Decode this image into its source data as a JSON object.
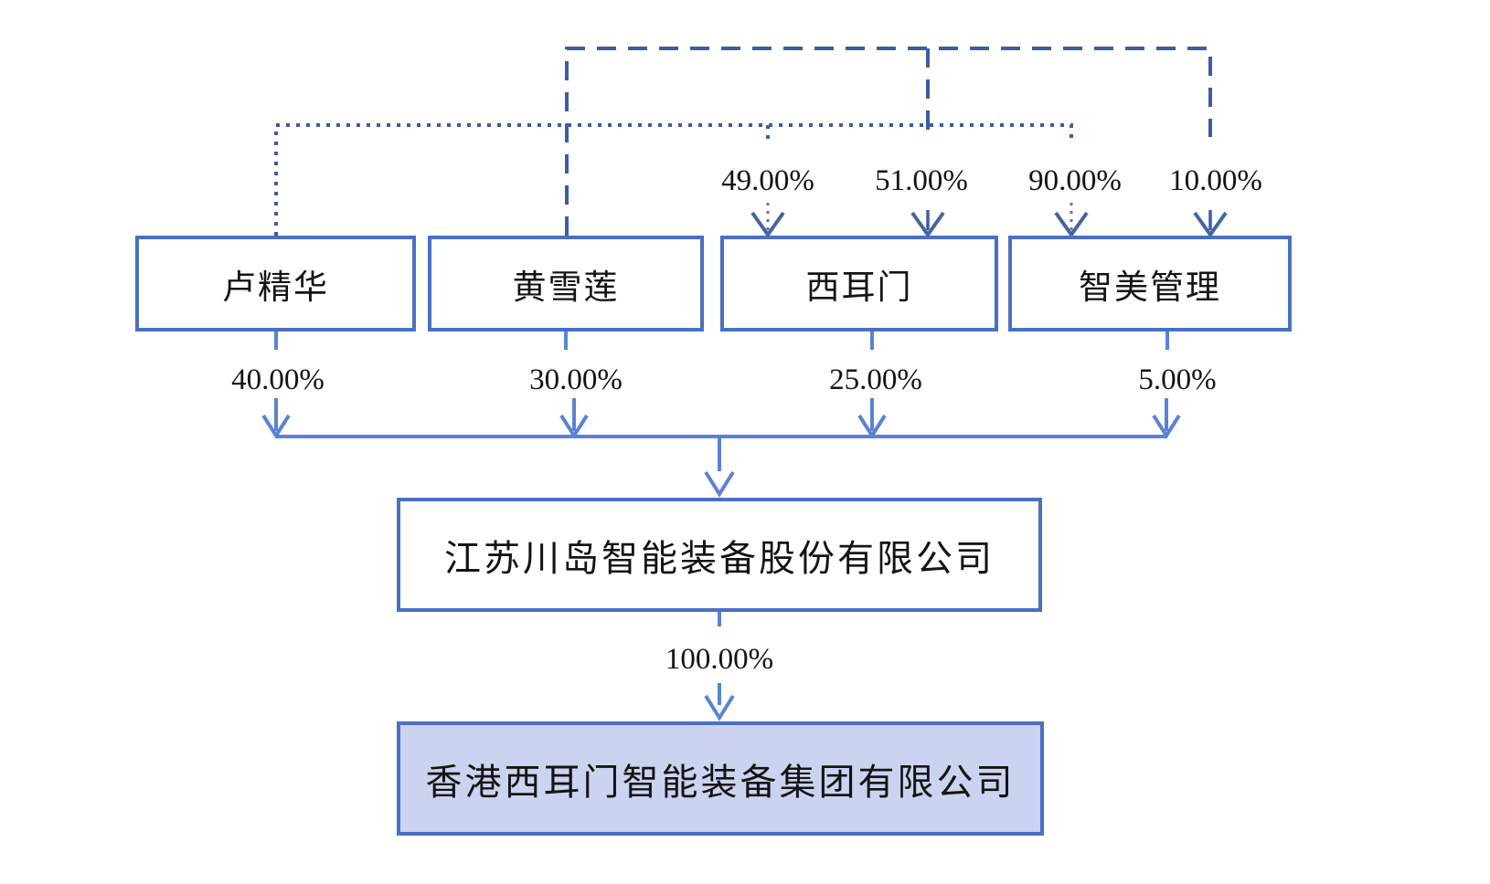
{
  "diagram_type": "equity-ownership-structure",
  "shareholders": [
    {
      "label": "卢精华"
    },
    {
      "label": "黄雪莲"
    },
    {
      "label": "西耳门"
    },
    {
      "label": "智美管理"
    }
  ],
  "upper_ownership_labels": [
    {
      "value": "49.00%"
    },
    {
      "value": "51.00%"
    },
    {
      "value": "90.00%"
    },
    {
      "value": "10.00%"
    }
  ],
  "direct_ownership_labels": [
    {
      "value": "40.00%"
    },
    {
      "value": "30.00%"
    },
    {
      "value": "25.00%"
    },
    {
      "value": "5.00%"
    }
  ],
  "intermediate_company": {
    "label": "江苏川岛智能装备股份有限公司"
  },
  "subsidiary_ownership_label": {
    "value": "100.00%"
  },
  "subsidiary_company": {
    "label": "香港西耳门智能装备集团有限公司"
  },
  "colors": {
    "box_border": "#4a70c4",
    "line_dark": "#3e5ba5",
    "line_light": "#5b82d6",
    "arrowhead_dark": "#46659f",
    "subsidiary_fill": "#ccd3f0",
    "text": "#141414",
    "background": "#ffffff"
  }
}
